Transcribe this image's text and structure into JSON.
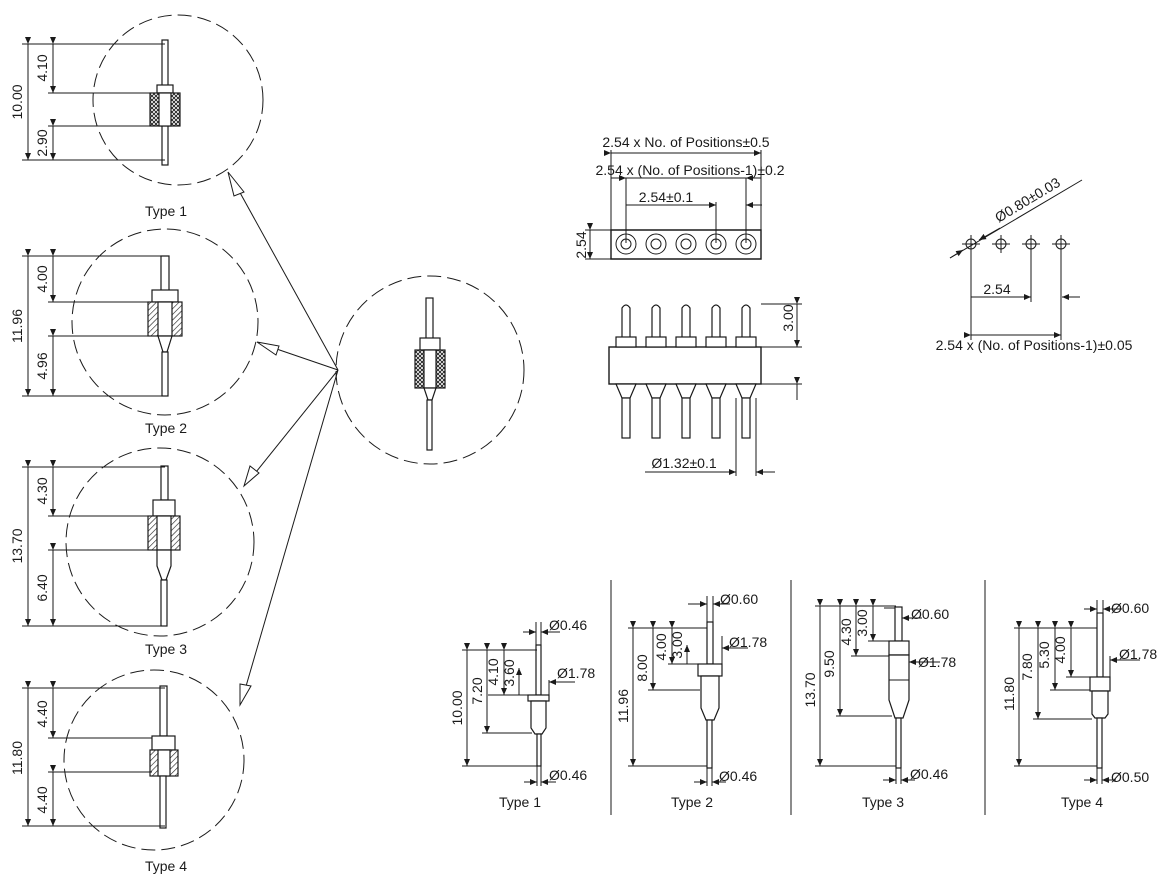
{
  "detail_views": {
    "type1": {
      "caption": "Type 1",
      "total": "10.00",
      "top": "4.10",
      "bottom": "2.90"
    },
    "type2": {
      "caption": "Type 2",
      "total": "11.96",
      "top": "4.00",
      "bottom": "4.96"
    },
    "type3": {
      "caption": "Type 3",
      "total": "13.70",
      "top": "4.30",
      "bottom": "6.40"
    },
    "type4": {
      "caption": "Type 4",
      "total": "11.80",
      "top": "4.40",
      "bottom": "4.40"
    }
  },
  "header_drawing": {
    "overall_width": "2.54 x No. of Positions±0.5",
    "pitch_span": "2.54 x (No. of Positions-1)±0.2",
    "pitch": "2.54±0.1",
    "body_height": "2.54",
    "pin_top_length": "3.00",
    "sleeve_diameter": "Ø1.32±0.1"
  },
  "pcb_layout": {
    "hole_diameter": "Ø0.80±0.03",
    "pitch": "2.54",
    "span": "2.54 x (No. of Positions-1)±0.05"
  },
  "pin_types": [
    {
      "caption": "Type 1",
      "total": "10.00",
      "dim_a": "7.20",
      "dim_b": "4.10",
      "dim_c": "3.60",
      "top_dia": "Ø0.46",
      "body_dia": "Ø1.78",
      "bottom_dia": "Ø0.46"
    },
    {
      "caption": "Type 2",
      "total": "11.96",
      "dim_a": "8.00",
      "dim_b": "4.00",
      "dim_c": "3.00",
      "top_dia": "Ø0.60",
      "body_dia": "Ø1.78",
      "bottom_dia": "Ø0.46"
    },
    {
      "caption": "Type 3",
      "total": "13.70",
      "dim_a": "9.50",
      "dim_b": "4.30",
      "dim_c": "3.00",
      "top_dia": "Ø0.60",
      "body_dia": "Ø1.78",
      "bottom_dia": "Ø0.46"
    },
    {
      "caption": "Type 4",
      "total": "11.80",
      "dim_a": "7.80",
      "dim_b": "5.30",
      "dim_c": "4.00",
      "top_dia": "Ø0.60",
      "body_dia": "Ø1.78",
      "bottom_dia": "Ø0.50"
    }
  ]
}
